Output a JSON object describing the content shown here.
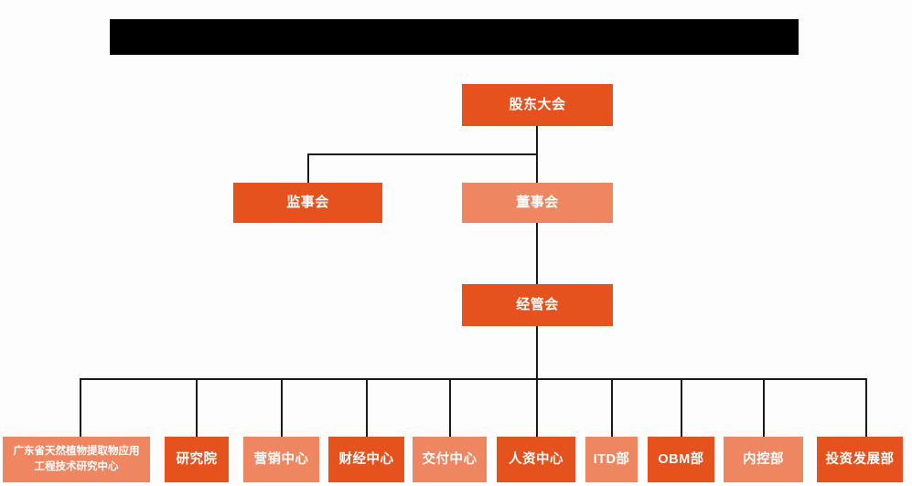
{
  "banner": {
    "name": "redacted-title-banner",
    "label": ""
  },
  "org_chart": {
    "type": "hierarchy",
    "colors": {
      "dark_orange": "#e5521d",
      "light_orange": "#ee8761",
      "line": "#1a1a1a",
      "text": "#ffffff",
      "background": "#fdfdfd",
      "banner": "#000000"
    },
    "levels": [
      {
        "level": 1,
        "nodes": [
          {
            "id": "shareholders",
            "label": "股东大会",
            "shade": "dark"
          }
        ]
      },
      {
        "level": 2,
        "nodes": [
          {
            "id": "supervisors",
            "label": "监事会",
            "shade": "dark"
          },
          {
            "id": "directors",
            "label": "董事会",
            "shade": "light"
          }
        ]
      },
      {
        "level": 3,
        "nodes": [
          {
            "id": "management",
            "label": "经管会",
            "shade": "dark"
          }
        ]
      },
      {
        "level": 4,
        "nodes": [
          {
            "id": "research-center",
            "label": "广东省天然植物提取物应用工程技术研究中心",
            "shade": "light"
          },
          {
            "id": "institute",
            "label": "研究院",
            "shade": "dark"
          },
          {
            "id": "marketing-center",
            "label": "营销中心",
            "shade": "light"
          },
          {
            "id": "finance-center",
            "label": "财经中心",
            "shade": "dark"
          },
          {
            "id": "delivery-center",
            "label": "交付中心",
            "shade": "light"
          },
          {
            "id": "hr-center",
            "label": "人资中心",
            "shade": "dark"
          },
          {
            "id": "itd-dept",
            "label": "ITD部",
            "shade": "light"
          },
          {
            "id": "obm-dept",
            "label": "OBM部",
            "shade": "dark"
          },
          {
            "id": "internal-control-dept",
            "label": "内控部",
            "shade": "light"
          },
          {
            "id": "investment-development-dept",
            "label": "投资发展部",
            "shade": "dark"
          }
        ]
      }
    ]
  }
}
